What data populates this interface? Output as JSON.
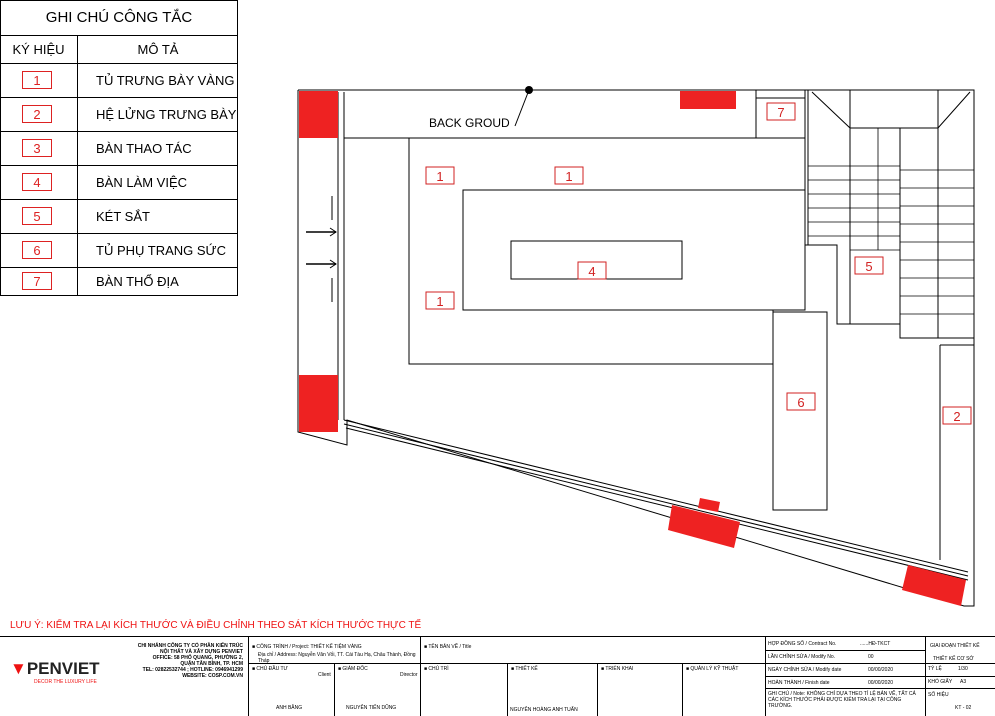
{
  "legend": {
    "title": "GHI CHÚ CÔNG TẮC",
    "col_symbol": "KÝ HIỆU",
    "col_desc": "MÔ TẢ",
    "rows": [
      {
        "sym": "1",
        "desc": "TỦ TRƯNG BÀY VÀNG"
      },
      {
        "sym": "2",
        "desc": "HỆ LỬNG TRƯNG BÀY"
      },
      {
        "sym": "3",
        "desc": "BÀN THAO TÁC"
      },
      {
        "sym": "4",
        "desc": "BÀN LÀM VIỆC"
      },
      {
        "sym": "5",
        "desc": "KÉT SẮT"
      },
      {
        "sym": "6",
        "desc": "TỦ PHỤ TRANG SỨC"
      },
      {
        "sym": "7",
        "desc": "BÀN THỔ ĐỊA"
      }
    ]
  },
  "plan": {
    "back_label": "BACK GROUD",
    "tags": [
      "1",
      "1",
      "1",
      "4",
      "5",
      "6",
      "7",
      "2"
    ],
    "colors": {
      "red": "#ee2222",
      "tag": "#d22222"
    }
  },
  "note": "LƯU Ý: KIỂM TRA LẠI KÍCH THƯỚC VÀ ĐIỀU CHỈNH THEO SÁT KÍCH THƯỚC THỰC TẾ",
  "titleblock": {
    "logo": "PENVIET",
    "slogan": "DECOR THE LUXURY LIFE",
    "company": [
      "CHI NHÁNH CÔNG TY CỔ PHẦN KIẾN TRÚC",
      "NỘI THẤT VÀ XÂY DỰNG PENVIET",
      "OFFICE: 58 PHỐ QUANG, PHƯỜNG 2,",
      "QUẬN TÂN BÌNH, TP. HCM",
      "TEL: 02822532744 ; HOTLINE: 0946941299",
      "WEBSITE: COSP.COM.VN"
    ],
    "project_label": "CÔNG TRÌNH / Project:",
    "project_value": "THIẾT KẾ TIỆM VÀNG",
    "address_label": "Địa chỉ / Address:",
    "address_value": "Nguyễn Văn Vối, TT. Cái Tàu Hạ, Châu Thành, Đồng Tháp",
    "drawing_label": "TÊN BẢN VẼ / Title",
    "owner_label": "CHỦ ĐẦU TƯ",
    "owner_sub": "Client",
    "director_label": "GIÁM ĐỐC",
    "director_sub": "Director",
    "host_label": "CHỦ TRÌ",
    "design_label": "THIẾT KẾ",
    "deploy_label": "TRIỂN KHAI",
    "qa_label": "QUẢN LÝ KỸ THUẬT",
    "owner_name": "ANH BẰNG",
    "director_name": "NGUYỄN TIẾN DŨNG",
    "designer_name": "NGUYỄN HOÀNG ANH TUẤN",
    "contract_label": "HỢP ĐỒNG SỐ / Contract No.",
    "contract_value": "......HĐ-TKCT",
    "modify_label": "LẦN CHỈNH SỬA / Modify No.",
    "modify_value": "00",
    "mdate_label": "NGÀY CHỈNH SỬA / Modify date",
    "mdate_value": "00/00/2020",
    "fdate_label": "HOÀN THÀNH / Finish date",
    "fdate_value": "00/00/2020",
    "notice": "GHI CHÚ / Note: KHÔNG CHỈ DỰA THEO TỈ LỆ BẢN VẼ, TẤT CẢ CÁC KÍCH THƯỚC PHẢI ĐƯỢC KIỂM TRA LẠI TẠI CÔNG TRƯỜNG.",
    "phase_label": "GIAI ĐOẠN THIẾT KẾ",
    "phase_value": "THIẾT KẾ CƠ SỞ",
    "scale_label": "TỶ LỆ",
    "scale_value": "1/30",
    "paper_label": "KHỔ GIẤY",
    "paper_value": "A3",
    "sheet_label": "SỐ HIỆU",
    "sheet_value": "KT - 02"
  }
}
